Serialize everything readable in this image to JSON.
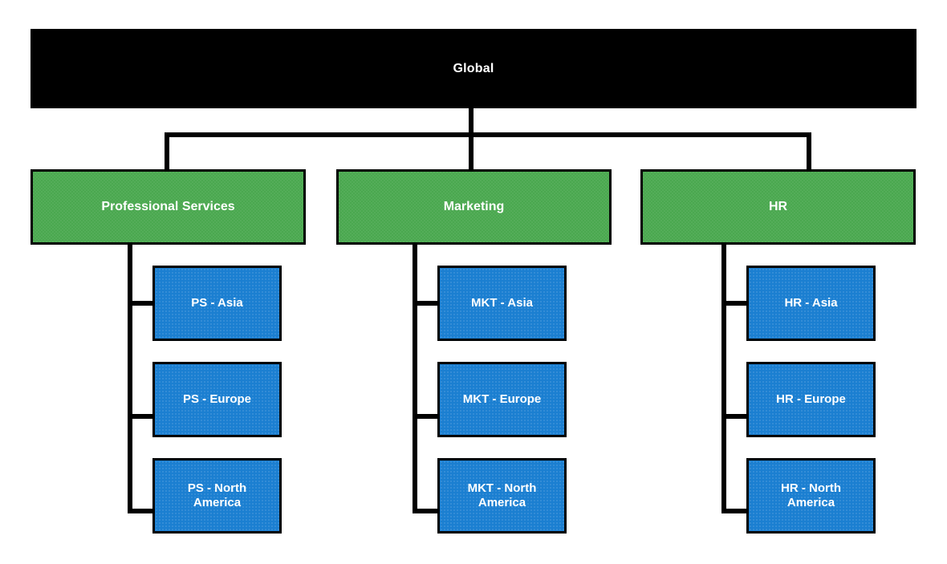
{
  "diagram": {
    "title": "Global organizational structure chart",
    "type": "org-chart",
    "background_color": "#ffffff",
    "line_color": "#000000"
  },
  "colors": {
    "root_fill": "#000000",
    "division_fill": "#4aa84f",
    "region_fill": "#1b7fd1",
    "border": "#000000",
    "text": "#ffffff"
  },
  "root": {
    "label": "Global"
  },
  "divisions": [
    {
      "label": "Professional Services",
      "regions": [
        {
          "label": "PS - Asia"
        },
        {
          "label": "PS - Europe"
        },
        {
          "label": "PS - North\nAmerica"
        }
      ]
    },
    {
      "label": "Marketing",
      "regions": [
        {
          "label": "MKT - Asia"
        },
        {
          "label": "MKT - Europe"
        },
        {
          "label": "MKT - North\nAmerica"
        }
      ]
    },
    {
      "label": "HR",
      "regions": [
        {
          "label": "HR - Asia"
        },
        {
          "label": "HR - Europe"
        },
        {
          "label": "HR - North\nAmerica"
        }
      ]
    }
  ]
}
